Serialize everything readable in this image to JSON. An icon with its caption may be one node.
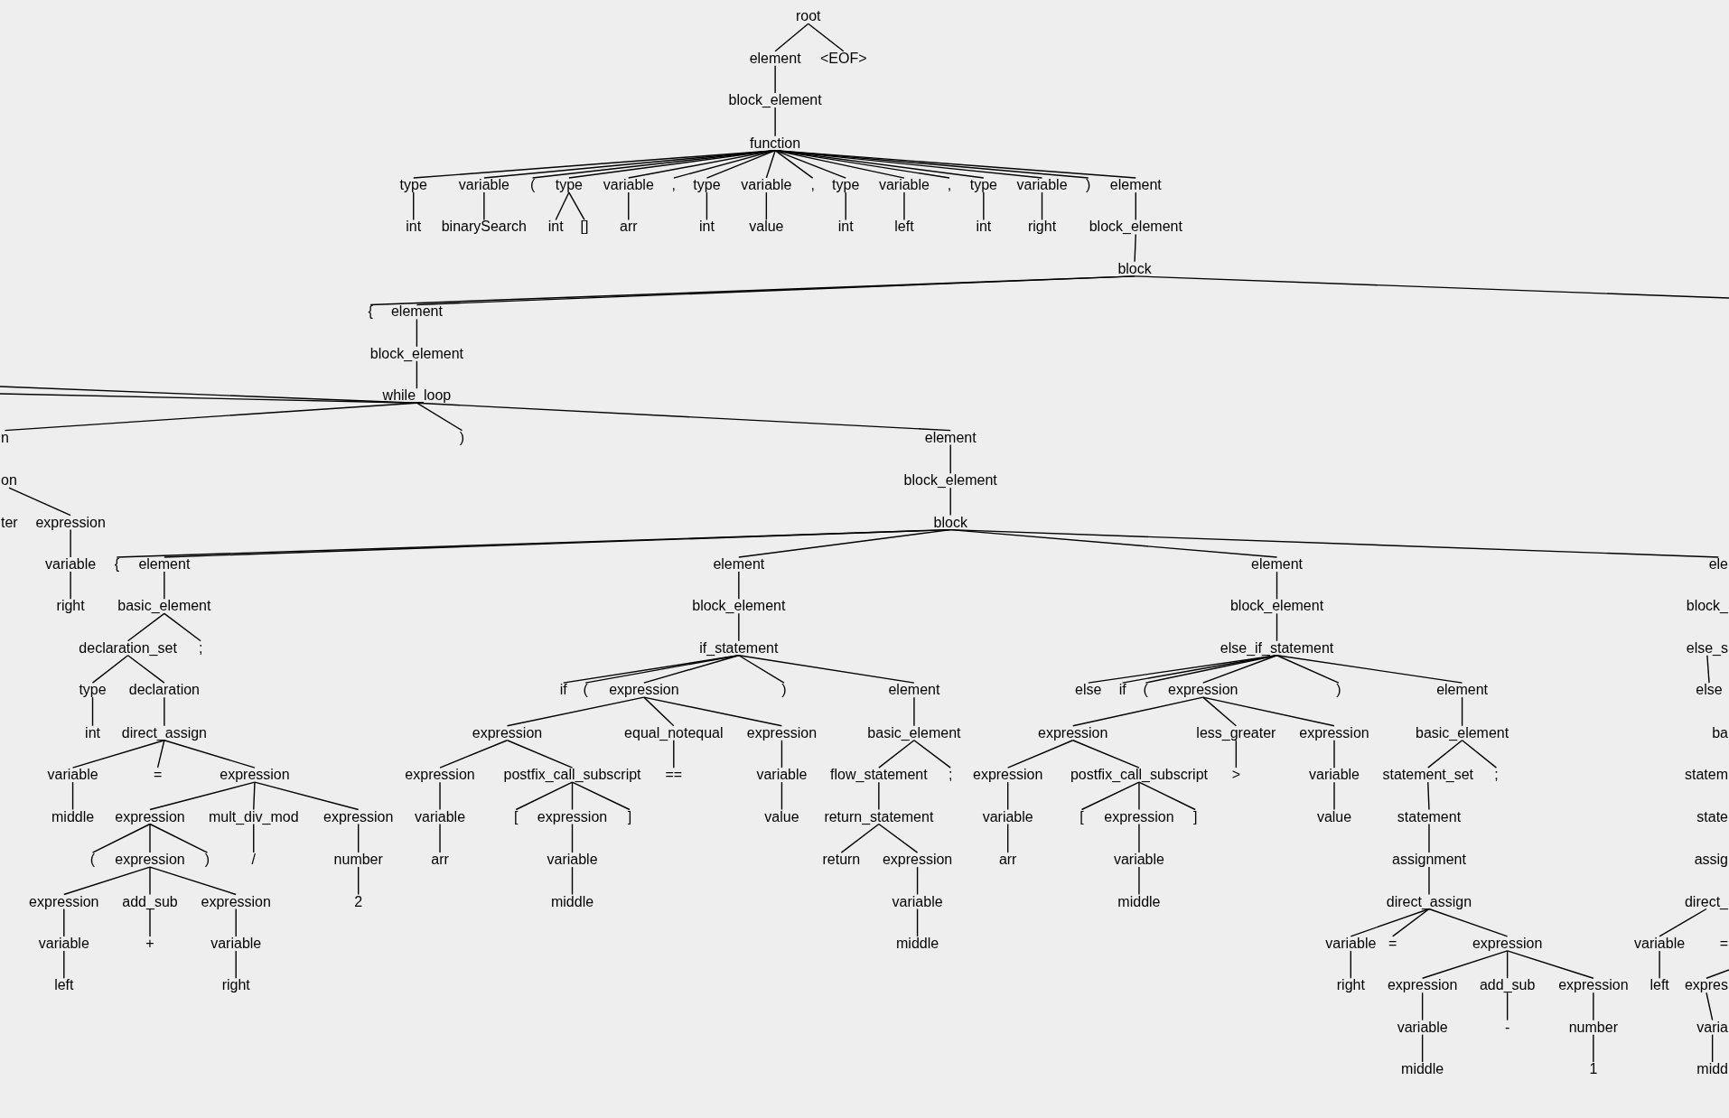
{
  "diagram": {
    "nodes": [
      {
        "text": [
          "root"
        ]
      },
      {
        "text": [
          "element"
        ]
      },
      {
        "text": [
          "<EOF>"
        ]
      },
      {
        "text": [
          "block_element"
        ]
      },
      {
        "text": [
          "function"
        ]
      },
      {
        "text": [
          "type"
        ]
      },
      {
        "text": [
          "variable"
        ]
      },
      {
        "text": [
          "("
        ]
      },
      {
        "text": [
          "type"
        ]
      },
      {
        "text": [
          "variable"
        ]
      },
      {
        "text": [
          ","
        ]
      },
      {
        "text": [
          "type"
        ]
      },
      {
        "text": [
          "variable"
        ]
      },
      {
        "text": [
          ","
        ]
      },
      {
        "text": [
          "type"
        ]
      },
      {
        "text": [
          "variable"
        ]
      },
      {
        "text": [
          ","
        ]
      },
      {
        "text": [
          "type"
        ]
      },
      {
        "text": [
          "variable"
        ]
      },
      {
        "text": [
          ")"
        ]
      },
      {
        "text": [
          "element"
        ]
      },
      {
        "text": [
          "int"
        ]
      },
      {
        "text": [
          "binarySearch"
        ]
      },
      {
        "text": [
          "int"
        ]
      },
      {
        "text": [
          "[]"
        ]
      },
      {
        "text": [
          "arr"
        ]
      },
      {
        "text": [
          "int"
        ]
      },
      {
        "text": [
          "value"
        ]
      },
      {
        "text": [
          "int"
        ]
      },
      {
        "text": [
          "left"
        ]
      },
      {
        "text": [
          "int"
        ]
      },
      {
        "text": [
          "right"
        ]
      },
      {
        "text": [
          "block_element"
        ]
      },
      {
        "text": [
          "block"
        ]
      },
      {
        "text": [
          "{"
        ]
      },
      {
        "text": [
          "element"
        ]
      },
      {
        "text": [
          "block_element"
        ]
      },
      {
        "text": [
          "while_loop"
        ]
      },
      {
        "text": [
          "n"
        ]
      },
      {
        "text": [
          ")"
        ]
      },
      {
        "text": [
          "element"
        ]
      },
      {
        "text": [
          "on"
        ]
      },
      {
        "text": [
          "block_element"
        ]
      },
      {
        "text": [
          "ter"
        ]
      },
      {
        "text": [
          "expression"
        ]
      },
      {
        "text": [
          "block"
        ]
      },
      {
        "text": [
          "variable"
        ]
      },
      {
        "text": [
          "{"
        ]
      },
      {
        "text": [
          "element"
        ]
      },
      {
        "text": [
          "element"
        ]
      },
      {
        "text": [
          "element"
        ]
      },
      {
        "text": [
          "ele"
        ]
      },
      {
        "text": [
          "right"
        ]
      },
      {
        "text": [
          "basic_element"
        ]
      },
      {
        "text": [
          "block_element"
        ]
      },
      {
        "text": [
          "block_element"
        ]
      },
      {
        "text": [
          "block_"
        ]
      },
      {
        "text": [
          "declaration_set"
        ]
      },
      {
        "text": [
          ";"
        ]
      },
      {
        "text": [
          "if_statement"
        ]
      },
      {
        "text": [
          "else_if_statement"
        ]
      },
      {
        "text": [
          "else_s"
        ]
      },
      {
        "text": [
          "type"
        ]
      },
      {
        "text": [
          "declaration"
        ]
      },
      {
        "text": [
          "if"
        ]
      },
      {
        "text": [
          "("
        ]
      },
      {
        "text": [
          "expression"
        ]
      },
      {
        "text": [
          ")"
        ]
      },
      {
        "text": [
          "element"
        ]
      },
      {
        "text": [
          "else"
        ]
      },
      {
        "text": [
          "if"
        ]
      },
      {
        "text": [
          "("
        ]
      },
      {
        "text": [
          "expression"
        ]
      },
      {
        "text": [
          ")"
        ]
      },
      {
        "text": [
          "element"
        ]
      },
      {
        "text": [
          "else"
        ]
      },
      {
        "text": [
          "int"
        ]
      },
      {
        "text": [
          "direct_assign"
        ]
      },
      {
        "text": [
          "expression"
        ]
      },
      {
        "text": [
          "equal_notequal"
        ]
      },
      {
        "text": [
          "expression"
        ]
      },
      {
        "text": [
          "basic_element"
        ]
      },
      {
        "text": [
          "expression"
        ]
      },
      {
        "text": [
          "less_greater"
        ]
      },
      {
        "text": [
          "expression"
        ]
      },
      {
        "text": [
          "basic_element"
        ]
      },
      {
        "text": [
          "ba"
        ]
      },
      {
        "text": [
          "variable"
        ]
      },
      {
        "text": [
          "="
        ]
      },
      {
        "text": [
          "expression"
        ]
      },
      {
        "text": [
          "expression"
        ]
      },
      {
        "text": [
          "postfix_call_subscript"
        ]
      },
      {
        "text": [
          "=="
        ]
      },
      {
        "text": [
          "variable"
        ]
      },
      {
        "text": [
          "flow_statement"
        ]
      },
      {
        "text": [
          ";"
        ]
      },
      {
        "text": [
          "expression"
        ]
      },
      {
        "text": [
          "postfix_call_subscript"
        ]
      },
      {
        "text": [
          ">"
        ]
      },
      {
        "text": [
          "variable"
        ]
      },
      {
        "text": [
          "statement_set"
        ]
      },
      {
        "text": [
          ";"
        ]
      },
      {
        "text": [
          "statem"
        ]
      },
      {
        "text": [
          "middle"
        ]
      },
      {
        "text": [
          "expression"
        ]
      },
      {
        "text": [
          "mult_div_mod"
        ]
      },
      {
        "text": [
          "expression"
        ]
      },
      {
        "text": [
          "variable"
        ]
      },
      {
        "text": [
          "["
        ]
      },
      {
        "text": [
          "expression"
        ]
      },
      {
        "text": [
          "]"
        ]
      },
      {
        "text": [
          "value"
        ]
      },
      {
        "text": [
          "return_statement"
        ]
      },
      {
        "text": [
          "variable"
        ]
      },
      {
        "text": [
          "["
        ]
      },
      {
        "text": [
          "expression"
        ]
      },
      {
        "text": [
          "]"
        ]
      },
      {
        "text": [
          "value"
        ]
      },
      {
        "text": [
          "statement"
        ]
      },
      {
        "text": [
          "state"
        ]
      },
      {
        "text": [
          "("
        ]
      },
      {
        "text": [
          "expression"
        ]
      },
      {
        "text": [
          ")"
        ]
      },
      {
        "text": [
          "/"
        ]
      },
      {
        "text": [
          "number"
        ]
      },
      {
        "text": [
          "arr"
        ]
      },
      {
        "text": [
          "variable"
        ]
      },
      {
        "text": [
          "return"
        ]
      },
      {
        "text": [
          "expression"
        ]
      },
      {
        "text": [
          "arr"
        ]
      },
      {
        "text": [
          "variable"
        ]
      },
      {
        "text": [
          "assignment"
        ]
      },
      {
        "text": [
          "assig"
        ]
      },
      {
        "text": [
          "expression"
        ]
      },
      {
        "text": [
          "add_sub"
        ]
      },
      {
        "text": [
          "expression"
        ]
      },
      {
        "text": [
          "2"
        ]
      },
      {
        "text": [
          "middle"
        ]
      },
      {
        "text": [
          "variable"
        ]
      },
      {
        "text": [
          "middle"
        ]
      },
      {
        "text": [
          "direct_assign"
        ]
      },
      {
        "text": [
          "direct_"
        ]
      },
      {
        "text": [
          "variable"
        ]
      },
      {
        "text": [
          "+"
        ]
      },
      {
        "text": [
          "variable"
        ]
      },
      {
        "text": [
          "middle"
        ]
      },
      {
        "text": [
          "variable"
        ]
      },
      {
        "text": [
          "="
        ]
      },
      {
        "text": [
          "expression"
        ]
      },
      {
        "text": [
          "variable"
        ]
      },
      {
        "text": [
          "="
        ]
      },
      {
        "text": [
          "left"
        ]
      },
      {
        "text": [
          "right"
        ]
      },
      {
        "text": [
          "right"
        ]
      },
      {
        "text": [
          "expression"
        ]
      },
      {
        "text": [
          "add_sub"
        ]
      },
      {
        "text": [
          "expression"
        ]
      },
      {
        "text": [
          "left"
        ]
      },
      {
        "text": [
          "expres"
        ]
      },
      {
        "text": [
          "variable"
        ]
      },
      {
        "text": [
          "-"
        ]
      },
      {
        "text": [
          "number"
        ]
      },
      {
        "text": [
          "varia"
        ]
      },
      {
        "text": [
          "middle"
        ]
      },
      {
        "text": [
          "1"
        ]
      },
      {
        "text": [
          "midd"
        ]
      }
    ],
    "edges": [
      {
        "from": 0,
        "to": 1,
        "arrow": "none"
      },
      {
        "from": 0,
        "to": 2,
        "arrow": "none"
      },
      {
        "from": 1,
        "to": 3,
        "arrow": "none"
      },
      {
        "from": 3,
        "to": 4,
        "arrow": "none"
      },
      {
        "from": 4,
        "to": 5,
        "arrow": "none"
      },
      {
        "from": 4,
        "to": 6,
        "arrow": "none"
      },
      {
        "from": 4,
        "to": 7,
        "arrow": "none"
      },
      {
        "from": 4,
        "to": 8,
        "arrow": "none"
      },
      {
        "from": 4,
        "to": 9,
        "arrow": "none"
      },
      {
        "from": 4,
        "to": 10,
        "arrow": "none"
      },
      {
        "from": 4,
        "to": 11,
        "arrow": "none"
      },
      {
        "from": 4,
        "to": 12,
        "arrow": "none"
      },
      {
        "from": 4,
        "to": 13,
        "arrow": "none"
      },
      {
        "from": 4,
        "to": 14,
        "arrow": "none"
      },
      {
        "from": 4,
        "to": 15,
        "arrow": "none"
      },
      {
        "from": 4,
        "to": 16,
        "arrow": "none"
      },
      {
        "from": 4,
        "to": 17,
        "arrow": "none"
      },
      {
        "from": 4,
        "to": 18,
        "arrow": "none"
      },
      {
        "from": 4,
        "to": 19,
        "arrow": "none"
      },
      {
        "from": 4,
        "to": 20,
        "arrow": "none"
      },
      {
        "from": 5,
        "to": 21,
        "arrow": "none"
      },
      {
        "from": 6,
        "to": 22,
        "arrow": "none"
      },
      {
        "from": 8,
        "to": 23,
        "arrow": "none"
      },
      {
        "from": 8,
        "to": 24,
        "arrow": "none"
      },
      {
        "from": 9,
        "to": 25,
        "arrow": "none"
      },
      {
        "from": 11,
        "to": 26,
        "arrow": "none"
      },
      {
        "from": 12,
        "to": 27,
        "arrow": "none"
      },
      {
        "from": 14,
        "to": 28,
        "arrow": "none"
      },
      {
        "from": 15,
        "to": 29,
        "arrow": "none"
      },
      {
        "from": 17,
        "to": 30,
        "arrow": "none"
      },
      {
        "from": 18,
        "to": 31,
        "arrow": "none"
      },
      {
        "from": 20,
        "to": 32,
        "arrow": "none"
      },
      {
        "from": 32,
        "to": 33,
        "arrow": "none"
      },
      {
        "from": 33,
        "to": 34,
        "arrow": "none"
      },
      {
        "from": 33,
        "to": 35,
        "arrow": "none"
      },
      {
        "from": 33,
        "to": null,
        "arrow": "none"
      },
      {
        "from": 35,
        "to": 36,
        "arrow": "none"
      },
      {
        "from": 36,
        "to": 37,
        "arrow": "none"
      },
      {
        "from": 37,
        "to": 38,
        "arrow": "none"
      },
      {
        "from": 37,
        "to": null,
        "arrow": "none"
      },
      {
        "from": 37,
        "to": null,
        "arrow": "none"
      },
      {
        "from": 37,
        "to": 39,
        "arrow": "none"
      },
      {
        "from": 37,
        "to": 40,
        "arrow": "none"
      },
      {
        "from": 40,
        "to": 42,
        "arrow": "none"
      },
      {
        "from": 41,
        "to": 44,
        "arrow": "none"
      },
      {
        "from": 42,
        "to": 45,
        "arrow": "none"
      },
      {
        "from": 44,
        "to": 46,
        "arrow": "none"
      },
      {
        "from": 45,
        "to": 47,
        "arrow": "none"
      },
      {
        "from": 45,
        "to": 48,
        "arrow": "none"
      },
      {
        "from": 45,
        "to": 49,
        "arrow": "none"
      },
      {
        "from": 45,
        "to": 50,
        "arrow": "none"
      },
      {
        "from": 45,
        "to": 51,
        "arrow": "none"
      },
      {
        "from": 46,
        "to": 52,
        "arrow": "none"
      },
      {
        "from": 48,
        "to": 53,
        "arrow": "none"
      },
      {
        "from": 49,
        "to": 54,
        "arrow": "none"
      },
      {
        "from": 50,
        "to": 55,
        "arrow": "none"
      },
      {
        "from": 53,
        "to": 57,
        "arrow": "none"
      },
      {
        "from": 53,
        "to": 58,
        "arrow": "none"
      },
      {
        "from": 54,
        "to": 59,
        "arrow": "none"
      },
      {
        "from": 55,
        "to": 60,
        "arrow": "none"
      },
      {
        "from": 57,
        "to": 62,
        "arrow": "none"
      },
      {
        "from": 57,
        "to": 63,
        "arrow": "none"
      },
      {
        "from": 59,
        "to": 64,
        "arrow": "none"
      },
      {
        "from": 59,
        "to": 65,
        "arrow": "none"
      },
      {
        "from": 59,
        "to": 66,
        "arrow": "none"
      },
      {
        "from": 59,
        "to": 67,
        "arrow": "none"
      },
      {
        "from": 59,
        "to": 68,
        "arrow": "none"
      },
      {
        "from": 60,
        "to": 69,
        "arrow": "none"
      },
      {
        "from": 60,
        "to": 70,
        "arrow": "none"
      },
      {
        "from": 60,
        "to": 71,
        "arrow": "none"
      },
      {
        "from": 60,
        "to": 72,
        "arrow": "none"
      },
      {
        "from": 60,
        "to": 73,
        "arrow": "none"
      },
      {
        "from": 60,
        "to": 74,
        "arrow": "none"
      },
      {
        "from": 61,
        "to": 75,
        "arrow": "none"
      },
      {
        "from": 62,
        "to": 76,
        "arrow": "none"
      },
      {
        "from": 63,
        "to": 77,
        "arrow": "none"
      },
      {
        "from": 66,
        "to": 78,
        "arrow": "none"
      },
      {
        "from": 66,
        "to": 79,
        "arrow": "none"
      },
      {
        "from": 66,
        "to": 80,
        "arrow": "none"
      },
      {
        "from": 68,
        "to": 81,
        "arrow": "none"
      },
      {
        "from": 72,
        "to": 82,
        "arrow": "none"
      },
      {
        "from": 72,
        "to": 83,
        "arrow": "none"
      },
      {
        "from": 72,
        "to": 84,
        "arrow": "none"
      },
      {
        "from": 74,
        "to": 85,
        "arrow": "none"
      },
      {
        "from": 77,
        "to": 87,
        "arrow": "none"
      },
      {
        "from": 77,
        "to": 88,
        "arrow": "none"
      },
      {
        "from": 77,
        "to": 89,
        "arrow": "none"
      },
      {
        "from": 78,
        "to": 90,
        "arrow": "none"
      },
      {
        "from": 78,
        "to": 91,
        "arrow": "none"
      },
      {
        "from": 79,
        "to": 92,
        "arrow": "none"
      },
      {
        "from": 80,
        "to": 93,
        "arrow": "none"
      },
      {
        "from": 81,
        "to": 94,
        "arrow": "none"
      },
      {
        "from": 81,
        "to": 95,
        "arrow": "none"
      },
      {
        "from": 82,
        "to": 96,
        "arrow": "none"
      },
      {
        "from": 82,
        "to": 97,
        "arrow": "none"
      },
      {
        "from": 83,
        "to": 98,
        "arrow": "none"
      },
      {
        "from": 84,
        "to": 99,
        "arrow": "none"
      },
      {
        "from": 85,
        "to": 100,
        "arrow": "none"
      },
      {
        "from": 85,
        "to": 101,
        "arrow": "none"
      },
      {
        "from": 87,
        "to": 103,
        "arrow": "none"
      },
      {
        "from": 89,
        "to": 104,
        "arrow": "none"
      },
      {
        "from": 89,
        "to": 105,
        "arrow": "none"
      },
      {
        "from": 89,
        "to": 106,
        "arrow": "none"
      },
      {
        "from": 90,
        "to": 107,
        "arrow": "none"
      },
      {
        "from": 91,
        "to": 108,
        "arrow": "none"
      },
      {
        "from": 91,
        "to": 109,
        "arrow": "none"
      },
      {
        "from": 91,
        "to": 110,
        "arrow": "none"
      },
      {
        "from": 93,
        "to": 111,
        "arrow": "none"
      },
      {
        "from": 94,
        "to": 112,
        "arrow": "none"
      },
      {
        "from": 96,
        "to": 113,
        "arrow": "none"
      },
      {
        "from": 97,
        "to": 114,
        "arrow": "none"
      },
      {
        "from": 97,
        "to": 115,
        "arrow": "none"
      },
      {
        "from": 97,
        "to": 116,
        "arrow": "none"
      },
      {
        "from": 99,
        "to": 117,
        "arrow": "none"
      },
      {
        "from": 100,
        "to": 118,
        "arrow": "none"
      },
      {
        "from": 104,
        "to": 120,
        "arrow": "none"
      },
      {
        "from": 104,
        "to": 121,
        "arrow": "none"
      },
      {
        "from": 104,
        "to": 122,
        "arrow": "none"
      },
      {
        "from": 105,
        "to": 123,
        "arrow": "none"
      },
      {
        "from": 106,
        "to": 124,
        "arrow": "none"
      },
      {
        "from": 107,
        "to": 125,
        "arrow": "none"
      },
      {
        "from": 109,
        "to": 126,
        "arrow": "none"
      },
      {
        "from": 112,
        "to": 127,
        "arrow": "none"
      },
      {
        "from": 112,
        "to": 128,
        "arrow": "none"
      },
      {
        "from": 113,
        "to": 129,
        "arrow": "none"
      },
      {
        "from": 115,
        "to": 130,
        "arrow": "none"
      },
      {
        "from": 118,
        "to": 131,
        "arrow": "none"
      },
      {
        "from": 121,
        "to": 133,
        "arrow": "none"
      },
      {
        "from": 121,
        "to": 134,
        "arrow": "none"
      },
      {
        "from": 121,
        "to": 135,
        "arrow": "none"
      },
      {
        "from": 124,
        "to": 136,
        "arrow": "none"
      },
      {
        "from": 126,
        "to": 137,
        "arrow": "none"
      },
      {
        "from": 128,
        "to": 138,
        "arrow": "none"
      },
      {
        "from": 130,
        "to": 139,
        "arrow": "none"
      },
      {
        "from": 131,
        "to": 140,
        "arrow": "none"
      },
      {
        "from": 133,
        "to": 142,
        "arrow": "none"
      },
      {
        "from": 134,
        "to": 143,
        "arrow": "none"
      },
      {
        "from": 135,
        "to": 144,
        "arrow": "none"
      },
      {
        "from": 138,
        "to": 145,
        "arrow": "none"
      },
      {
        "from": 140,
        "to": 146,
        "arrow": "none"
      },
      {
        "from": 140,
        "to": 147,
        "arrow": "none"
      },
      {
        "from": 140,
        "to": 148,
        "arrow": "none"
      },
      {
        "from": 141,
        "to": 149,
        "arrow": "none"
      },
      {
        "from": 142,
        "to": 151,
        "arrow": "none"
      },
      {
        "from": 144,
        "to": 152,
        "arrow": "none"
      },
      {
        "from": 146,
        "to": 153,
        "arrow": "none"
      },
      {
        "from": 148,
        "to": 154,
        "arrow": "none"
      },
      {
        "from": 148,
        "to": 155,
        "arrow": "none"
      },
      {
        "from": 148,
        "to": 156,
        "arrow": "none"
      },
      {
        "from": 149,
        "to": 157,
        "arrow": "none"
      },
      {
        "from": null,
        "to": 158,
        "arrow": "none"
      },
      {
        "from": 154,
        "to": 159,
        "arrow": "none"
      },
      {
        "from": 155,
        "to": 160,
        "arrow": "none"
      },
      {
        "from": 156,
        "to": 161,
        "arrow": "none"
      },
      {
        "from": 158,
        "to": 162,
        "arrow": "none"
      },
      {
        "from": 159,
        "to": 163,
        "arrow": "none"
      },
      {
        "from": 161,
        "to": 164,
        "arrow": "none"
      },
      {
        "from": 162,
        "to": 165,
        "arrow": "none"
      }
    ]
  }
}
